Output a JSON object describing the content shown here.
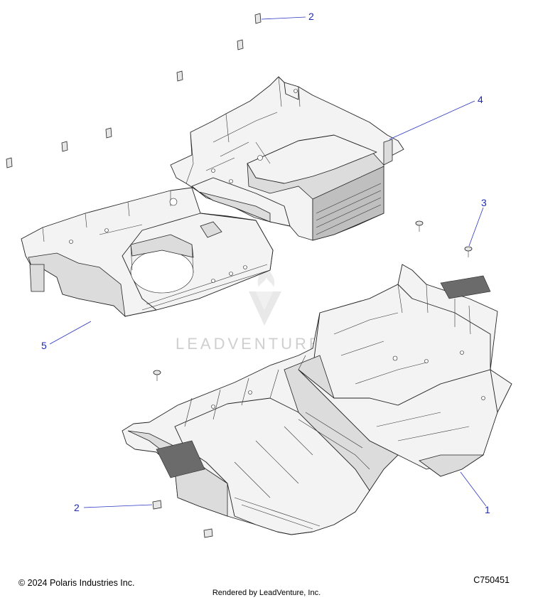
{
  "diagram": {
    "callouts": [
      "2",
      "4",
      "3",
      "5",
      "1",
      "2"
    ],
    "watermark_text": "LEADVENTURE"
  },
  "footer": {
    "copyright": "© 2024 Polaris Industries Inc.",
    "drawing_id": "C750451",
    "rendered_by": "Rendered by LeadVenture, Inc."
  }
}
